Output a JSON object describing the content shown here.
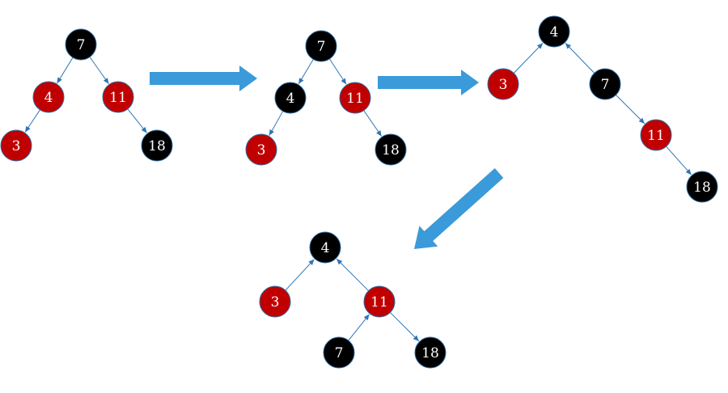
{
  "colors": {
    "black_node": "#000000",
    "red_node": "#c00000",
    "node_outline": "#2e6da4",
    "edge": "#2e75b6",
    "arrow": "#3b9ad9"
  },
  "trees": [
    {
      "name": "tree-1",
      "nodes": [
        {
          "id": "n7",
          "label": "7",
          "color": "black"
        },
        {
          "id": "n4",
          "label": "4",
          "color": "red"
        },
        {
          "id": "n11",
          "label": "11",
          "color": "red"
        },
        {
          "id": "n3",
          "label": "3",
          "color": "red"
        },
        {
          "id": "n18",
          "label": "18",
          "color": "black"
        }
      ],
      "edges": [
        [
          "n7",
          "n4"
        ],
        [
          "n7",
          "n11"
        ],
        [
          "n4",
          "n3"
        ],
        [
          "n11",
          "n18"
        ]
      ]
    },
    {
      "name": "tree-2",
      "nodes": [
        {
          "id": "n7",
          "label": "7",
          "color": "black"
        },
        {
          "id": "n4",
          "label": "4",
          "color": "black"
        },
        {
          "id": "n11",
          "label": "11",
          "color": "red"
        },
        {
          "id": "n3",
          "label": "3",
          "color": "red"
        },
        {
          "id": "n18",
          "label": "18",
          "color": "black"
        }
      ],
      "edges": [
        [
          "n7",
          "n4"
        ],
        [
          "n7",
          "n11"
        ],
        [
          "n4",
          "n3"
        ],
        [
          "n11",
          "n18"
        ]
      ]
    },
    {
      "name": "tree-3",
      "nodes": [
        {
          "id": "n4",
          "label": "4",
          "color": "black"
        },
        {
          "id": "n3",
          "label": "3",
          "color": "red"
        },
        {
          "id": "n7",
          "label": "7",
          "color": "black"
        },
        {
          "id": "n11",
          "label": "11",
          "color": "red"
        },
        {
          "id": "n18",
          "label": "18",
          "color": "black"
        }
      ],
      "edges": [
        [
          "n4",
          "n3"
        ],
        [
          "n4",
          "n7"
        ],
        [
          "n7",
          "n11"
        ],
        [
          "n11",
          "n18"
        ]
      ]
    },
    {
      "name": "tree-4",
      "nodes": [
        {
          "id": "n4",
          "label": "4",
          "color": "black"
        },
        {
          "id": "n3",
          "label": "3",
          "color": "red"
        },
        {
          "id": "n11",
          "label": "11",
          "color": "red"
        },
        {
          "id": "n7",
          "label": "7",
          "color": "black"
        },
        {
          "id": "n18",
          "label": "18",
          "color": "black"
        }
      ],
      "edges": [
        [
          "n4",
          "n3"
        ],
        [
          "n4",
          "n11"
        ],
        [
          "n11",
          "n7"
        ],
        [
          "n11",
          "n18"
        ]
      ]
    }
  ]
}
